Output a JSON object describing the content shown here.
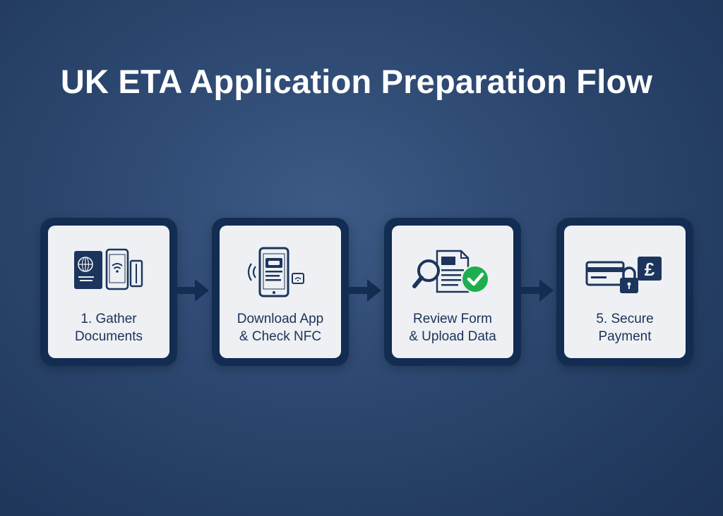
{
  "title": "UK ETA Application Preparation Flow",
  "steps": [
    {
      "line1": "1. Gather",
      "line2": "Documents",
      "icons": [
        "passport-icon",
        "smartphone-nfc-icon",
        "id-card-icon"
      ]
    },
    {
      "line1": "Download App",
      "line2": "& Check NFC",
      "icons": [
        "nfc-signal-icon",
        "smartphone-app-icon",
        "small-device-icon"
      ]
    },
    {
      "line1": "Review Form",
      "line2": "& Upload Data",
      "icons": [
        "magnifier-icon",
        "document-icon",
        "checkmark-icon"
      ]
    },
    {
      "line1": "5. Secure",
      "line2": "Payment",
      "icons": [
        "credit-card-icon",
        "padlock-icon",
        "pound-sign-icon"
      ]
    }
  ],
  "colors": {
    "background": "#2f4b74",
    "card_border": "#122c52",
    "card_fill": "#eef0f3",
    "accent_green": "#1fae4f",
    "text": "#1b3358"
  }
}
